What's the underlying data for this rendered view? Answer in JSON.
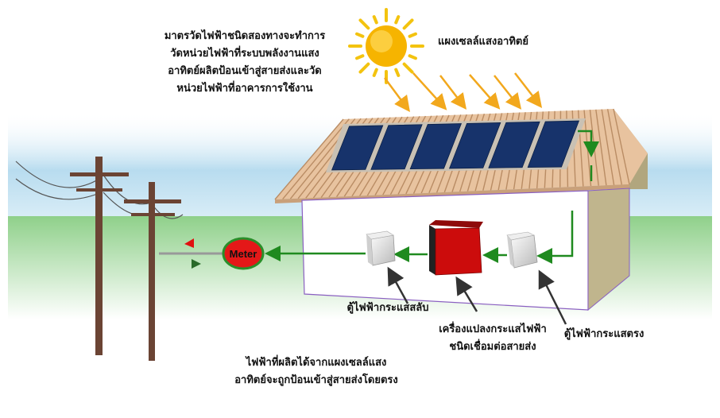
{
  "labels": {
    "meter_description": [
      "มาตรวัดไฟฟ้าชนิดสองทางจะทำการ",
      "วัดหน่วยไฟฟ้าที่ระบบพลังงานแสง",
      "อาทิตย์ผลิตป้อนเข้าสู่สายส่งและวัด",
      "หน่วยไฟฟ้าที่อาคารการใช้งาน"
    ],
    "solar_panel": "แผงเซลล์แสงอาทิตย์",
    "meter": "Meter",
    "ac_box": "ตู้ไฟฟ้ากระแสสลับ",
    "inverter": [
      "เครื่องแปลงกระแสไฟฟ้า",
      "ชนิดเชื่อมต่อสายส่ง"
    ],
    "dc_box": "ตู้ไฟฟ้ากระแสตรง",
    "grid_feed": [
      "ไฟฟ้าที่ผลิตได้จากแผงเซลล์แสง",
      "อาทิตย์จะถูกป้อนเข้าสู่สายส่งโดยตรง"
    ]
  },
  "colors": {
    "sky": "#b8dcef",
    "ground": "#8fd08a",
    "sun": "#f6b400",
    "sun_ray": "#f3c30f",
    "sun_arrow": "#f2a81d",
    "roof_tile": "#e8c39f",
    "roof_line": "#b98c64",
    "panel": "#17336b",
    "wall": "#ffffff",
    "wall_border": "#8a5fc1",
    "gable": "#c0b58d",
    "pole": "#6b4434",
    "flow_arrow": "#1f8a1f",
    "meter_fill": "#e41818",
    "meter_ring": "#2a8f2a",
    "inverter": "#cc0c0c",
    "indicator_in": "#e01010",
    "indicator_out": "#2a6a2a"
  },
  "icons": [
    "sun-icon",
    "solar-panel-icon",
    "utility-pole-icon",
    "junction-box-icon",
    "inverter-icon",
    "meter-icon"
  ]
}
